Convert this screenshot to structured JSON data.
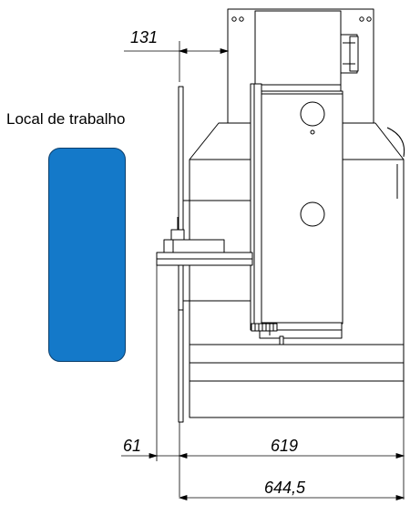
{
  "workplace": {
    "label": "Local de trabalho",
    "color": "#1479c9"
  },
  "dimensions": {
    "top_offset": "131",
    "left_offset": "61",
    "depth": "619",
    "total_depth": "644,5"
  },
  "colors": {
    "line": "#000000",
    "machine_fill": "#ffffff"
  }
}
